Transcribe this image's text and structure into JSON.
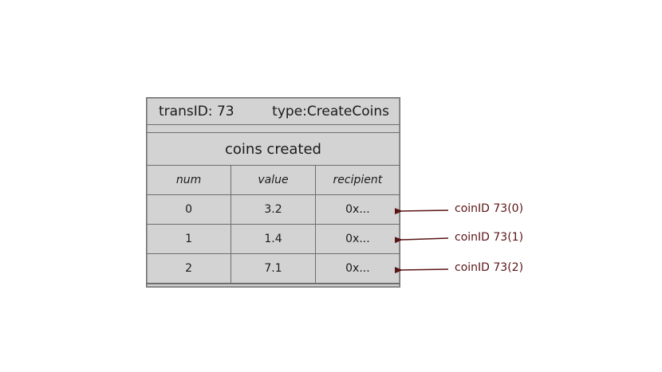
{
  "transaction": {
    "trans_id": "transID: 73",
    "type": "type:CreateCoins",
    "section_title": "coins created",
    "columns": [
      "num",
      "value",
      "recipient"
    ],
    "rows": [
      {
        "num": "0",
        "value": "3.2",
        "recipient": "0x..."
      },
      {
        "num": "1",
        "value": "1.4",
        "recipient": "0x..."
      },
      {
        "num": "2",
        "value": "7.1",
        "recipient": "0x..."
      }
    ]
  },
  "coin_labels": [
    "coinID 73(0)",
    "coinID 73(1)",
    "coinID 73(2)"
  ],
  "colors": {
    "box_fill": "#d3d3d3",
    "border": "#6e6e6e",
    "arrow": "#5a1414"
  }
}
